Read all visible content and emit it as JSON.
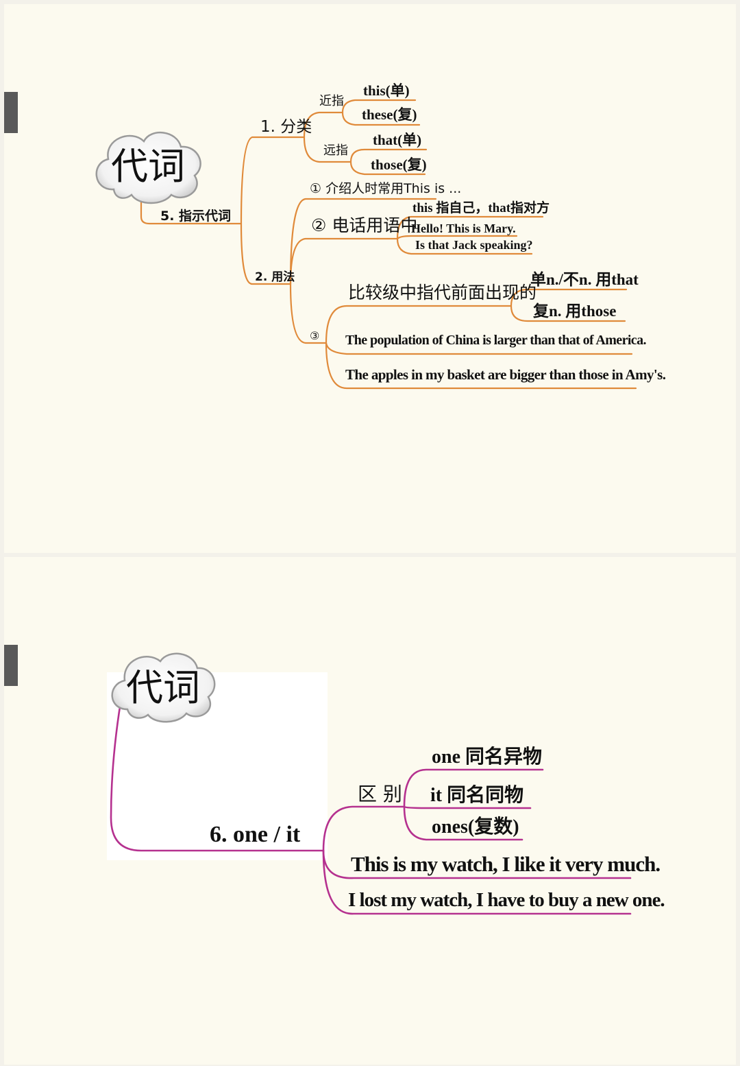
{
  "slide1": {
    "root": "代词",
    "topic": "5. 指示代词",
    "colors": {
      "branch": "#e08a3a",
      "cloud_fill": "#f4f4f4",
      "cloud_stroke": "#9a9a9a"
    },
    "classification": {
      "label": "1. 分类",
      "near": {
        "label": "近指",
        "items": [
          "this(单)",
          "these(复)"
        ]
      },
      "far": {
        "label": "远指",
        "items": [
          "that(单)",
          "those(复)"
        ]
      }
    },
    "usage": {
      "label": "2. 用法",
      "item1": "① 介绍人时常用This is ...",
      "item2": {
        "label": "② 电话用语中",
        "items": [
          "this 指自己，that指对方",
          "Hello! This is Mary.",
          "Is that Jack speaking?"
        ]
      },
      "item3": {
        "label": "③",
        "compare": {
          "label": "比较级中指代前面出现的",
          "items": [
            "单n./不n. 用that",
            "复n. 用those"
          ]
        },
        "examples": [
          "The population of China is larger than that of America.",
          "The apples in my basket are bigger than those in Amy's."
        ]
      }
    }
  },
  "slide2": {
    "root": "代词",
    "topic": "6. one / it",
    "colors": {
      "branch": "#b5318f"
    },
    "difference": {
      "label": "区 别",
      "items": [
        "one 同名异物",
        "it 同名同物",
        "ones(复数)"
      ]
    },
    "examples": [
      "This is my watch, I like it very much.",
      "I lost my watch, I have to buy a new one."
    ]
  }
}
